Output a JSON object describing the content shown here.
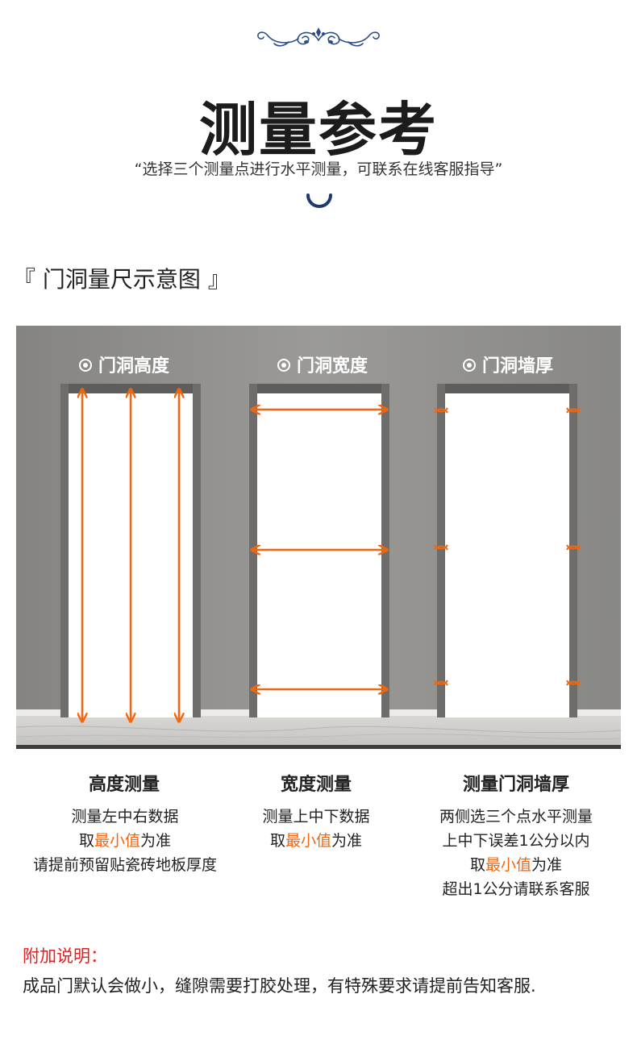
{
  "header": {
    "title": "测量参考",
    "subtitle": "“选择三个测量点进行水平测量，可联系在线客服指导”",
    "ornament_icon": "flourish-ornament-icon",
    "accent_color": "#1f3a6e"
  },
  "section": {
    "heading": "『 门洞量尺示意图 』"
  },
  "diagram": {
    "arrow_color": "#f2660f",
    "panels": [
      {
        "label": "门洞高度"
      },
      {
        "label": "门洞宽度"
      },
      {
        "label": "门洞墙厚"
      }
    ]
  },
  "columns": [
    {
      "title": "高度测量",
      "lines": [
        "测量左中右数据",
        "取",
        "最小值",
        "为准",
        "请提前预留贴瓷砖地板厚度"
      ]
    },
    {
      "title": "宽度测量",
      "lines": [
        "测量上中下数据",
        "取",
        "最小值",
        "为准"
      ]
    },
    {
      "title": "测量门洞墙厚",
      "lines": [
        "两侧选三个点水平测量",
        "上中下误差1公分以内",
        "取",
        "最小值",
        "为准",
        "超出1公分请联系客服"
      ]
    }
  ],
  "note": {
    "heading": "附加说明：",
    "text": "成品门默认会做小，缝隙需要打胶处理，有特殊要求请提前告知客服."
  }
}
